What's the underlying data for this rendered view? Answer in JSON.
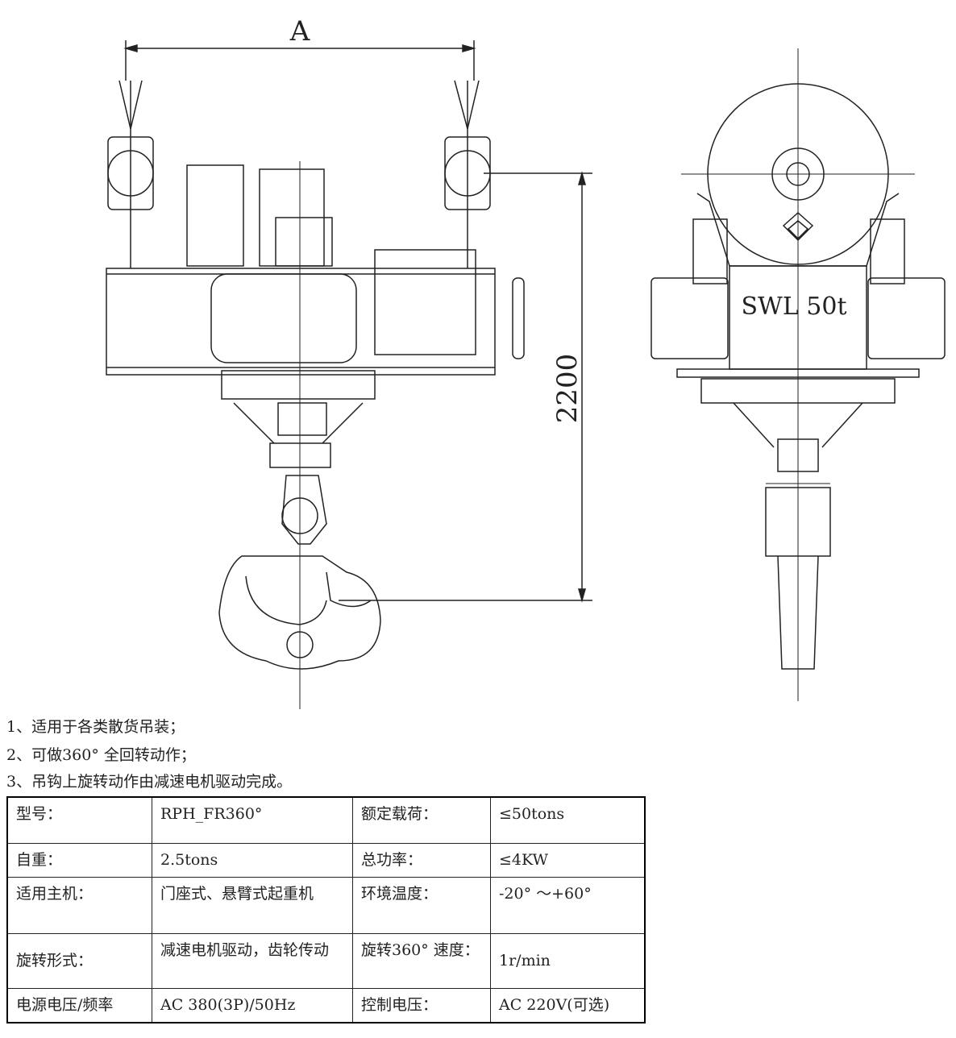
{
  "drawing": {
    "dim_width_label": "A",
    "dim_height_label": "2200",
    "swl_label": "SWL 50t"
  },
  "notes": [
    "1、适用于各类散货吊装；",
    "2、可做360° 全回转动作；",
    "3、吊钩上旋转动作由减速电机驱动完成。"
  ],
  "specs": [
    [
      "型号：",
      "RPH_FR360°",
      "额定载荷：",
      "≤50tons"
    ],
    [
      "自重：",
      "2.5tons",
      "总功率：",
      "≤4KW"
    ],
    [
      "适用主机：",
      "门座式、悬臂式起重机",
      "环境温度：",
      "-20° ～+60°"
    ],
    [
      "旋转形式：",
      "减速电机驱动，齿轮传动",
      "旋转360° 速度：",
      "1r/min"
    ],
    [
      "电源电压/频率",
      "AC 380(3P)/50Hz",
      "控制电压：",
      "AC 220V(可选)"
    ]
  ]
}
